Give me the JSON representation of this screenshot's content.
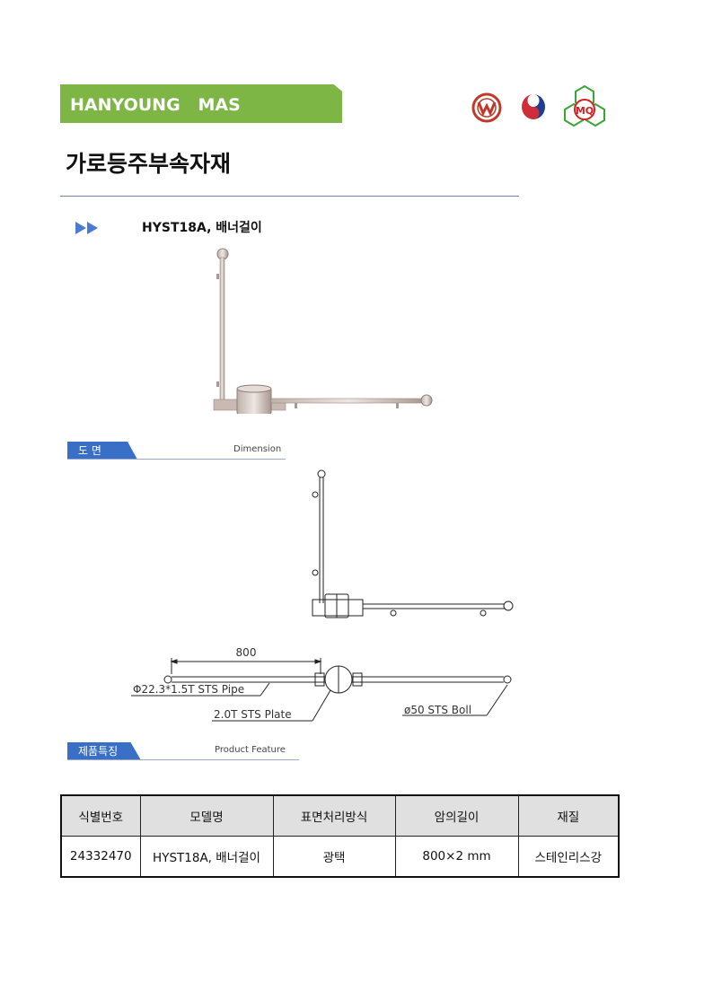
{
  "header": {
    "brand": "HANYOUNG   MAS",
    "logos": {
      "logo1": "ks-mark-icon",
      "logo2": "taegeuk-icon",
      "logo3_text": "MQ"
    }
  },
  "page_title": "가로등주부속자재",
  "product_heading": "HYST18A, 배너걸이",
  "sections": {
    "drawing": {
      "kr": "도   면",
      "en": "Dimension"
    },
    "feature": {
      "kr": "제품특징",
      "en": "Product Feature"
    }
  },
  "dimension_labels": {
    "length": "800",
    "pipe": "Φ22.3*1.5T STS Pipe",
    "plate": "2.0T STS Plate",
    "ball": "ø50 STS Boll"
  },
  "table": {
    "headers": [
      "식별번호",
      "모델명",
      "표면처리방식",
      "암의길이",
      "재질"
    ],
    "rows": [
      [
        "24332470",
        "HYST18A, 배너걸이",
        "광택",
        "800×2 mm",
        "스테인리스강"
      ]
    ]
  },
  "colors": {
    "brand_green": "#7db644",
    "section_blue": "#3a6fc7",
    "rule": "#6d83a6",
    "mq_green": "#3aa635",
    "mq_red": "#d42020"
  }
}
